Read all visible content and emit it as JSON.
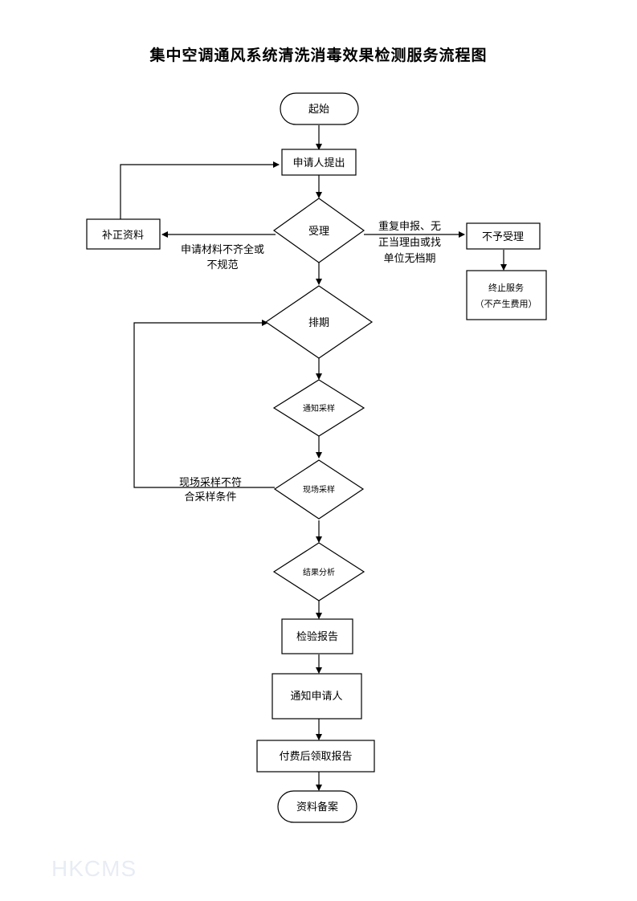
{
  "title": "集中空调通风系统清洗消毒效果检测服务流程图",
  "nodes": {
    "start": "起始",
    "apply": "申请人提出",
    "accept": "受理",
    "supplement": "补正资料",
    "reject": "不予受理",
    "terminate": [
      "终止服务",
      "（不产生费用）"
    ],
    "schedule": "排期",
    "notify_sampling": "通知采样",
    "onsite_sampling": "现场采样",
    "result_analysis": "结果分析",
    "report": "检验报告",
    "notify_applicant": "通知申请人",
    "collect_report": "付费后领取报告",
    "archive": "资料备案"
  },
  "edge_labels": {
    "incomplete": [
      "申请材料不齐全或",
      "不规范"
    ],
    "duplicate": [
      "重复申报、无",
      "正当理由或找",
      "单位无档期"
    ],
    "sampling_fail": [
      "现场采样不符",
      "合采样条件"
    ]
  },
  "watermark": "HKCMS"
}
